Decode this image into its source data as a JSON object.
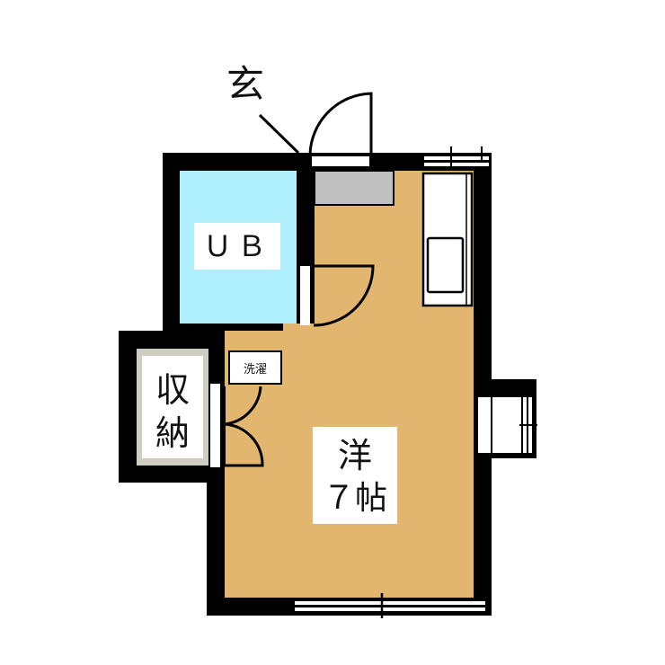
{
  "plan": {
    "entrance_label": "玄",
    "unit_bath_label": "ＵＢ",
    "storage_label_1": "収",
    "storage_label_2": "納",
    "laundry_label": "洗濯",
    "room_type_label": "洋",
    "room_size_label": "７帖"
  },
  "colors": {
    "wall": "#000000",
    "floor": "#e2b66f",
    "bath": "#aeeffb",
    "storage_border": "#cfcdc0",
    "entry_floor": "#c0c0c0",
    "label_bg": "#ffffff"
  }
}
